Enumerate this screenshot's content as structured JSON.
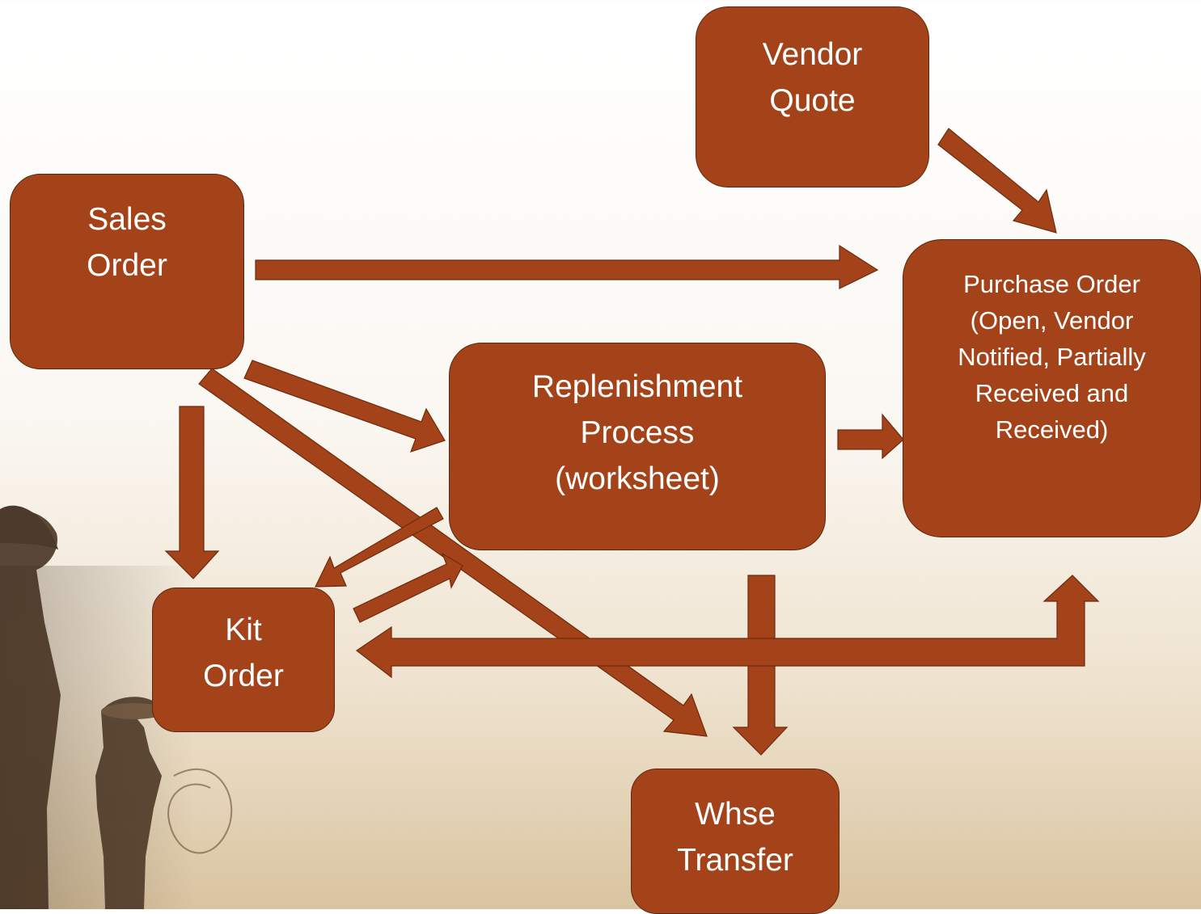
{
  "nodes": {
    "vendor_quote": [
      "Vendor",
      "Quote"
    ],
    "sales_order": [
      "Sales",
      "Order"
    ],
    "purchase_order": [
      "Purchase Order",
      "(Open, Vendor",
      "Notified, Partially",
      "Received and",
      "Received)"
    ],
    "replenishment": [
      "Replenishment",
      "Process",
      "(worksheet)"
    ],
    "kit_order": [
      "Kit",
      "Order"
    ],
    "whse_transfer": [
      "Whse",
      "Transfer"
    ]
  },
  "colors": {
    "node_fill": "#a4431a",
    "node_border": "#5f260c",
    "arrow_fill": "#a4431a",
    "text": "#ffffff"
  },
  "edges": [
    {
      "from": "Vendor Quote",
      "to": "Purchase Order"
    },
    {
      "from": "Sales Order",
      "to": "Purchase Order"
    },
    {
      "from": "Sales Order",
      "to": "Replenishment Process"
    },
    {
      "from": "Sales Order",
      "to": "Kit Order"
    },
    {
      "from": "Sales Order",
      "to": "Whse Transfer"
    },
    {
      "from": "Replenishment Process",
      "to": "Purchase Order"
    },
    {
      "from": "Replenishment Process",
      "to": "Kit Order"
    },
    {
      "from": "Kit Order",
      "to": "Replenishment Process"
    },
    {
      "from": "Replenishment Process",
      "to": "Whse Transfer"
    },
    {
      "from": "Kit Order",
      "to": "Purchase Order",
      "bidirectional": true
    }
  ]
}
